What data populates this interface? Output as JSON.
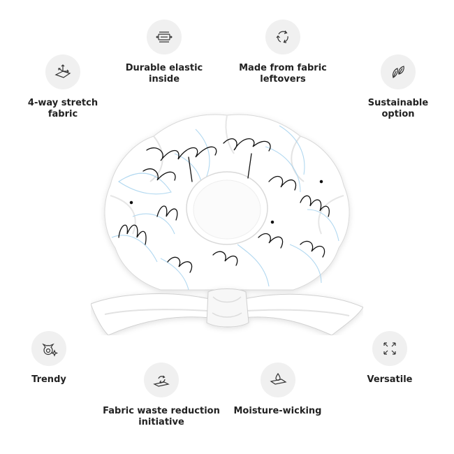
{
  "features": [
    {
      "id": "stretch",
      "label": "4-way stretch\nfabric",
      "icon": "stretch-icon"
    },
    {
      "id": "elastic",
      "label": "Durable elastic\ninside",
      "icon": "elastic-icon"
    },
    {
      "id": "leftovers",
      "label": "Made from fabric\nleftovers",
      "icon": "recycle-icon"
    },
    {
      "id": "sustainable",
      "label": "Sustainable\noption",
      "icon": "leaf-icon"
    },
    {
      "id": "trendy",
      "label": "Trendy",
      "icon": "cat-sparkle-icon"
    },
    {
      "id": "waste",
      "label": "Fabric waste reduction\ninitiative",
      "icon": "fabric-recycle-icon"
    },
    {
      "id": "moisture",
      "label": "Moisture-wicking",
      "icon": "droplet-icon"
    },
    {
      "id": "versatile",
      "label": "Versatile",
      "icon": "expand-arrows-icon"
    }
  ],
  "product": {
    "name": "scrunchie-image",
    "accent": "#a9d4ef",
    "ink": "#111111"
  }
}
